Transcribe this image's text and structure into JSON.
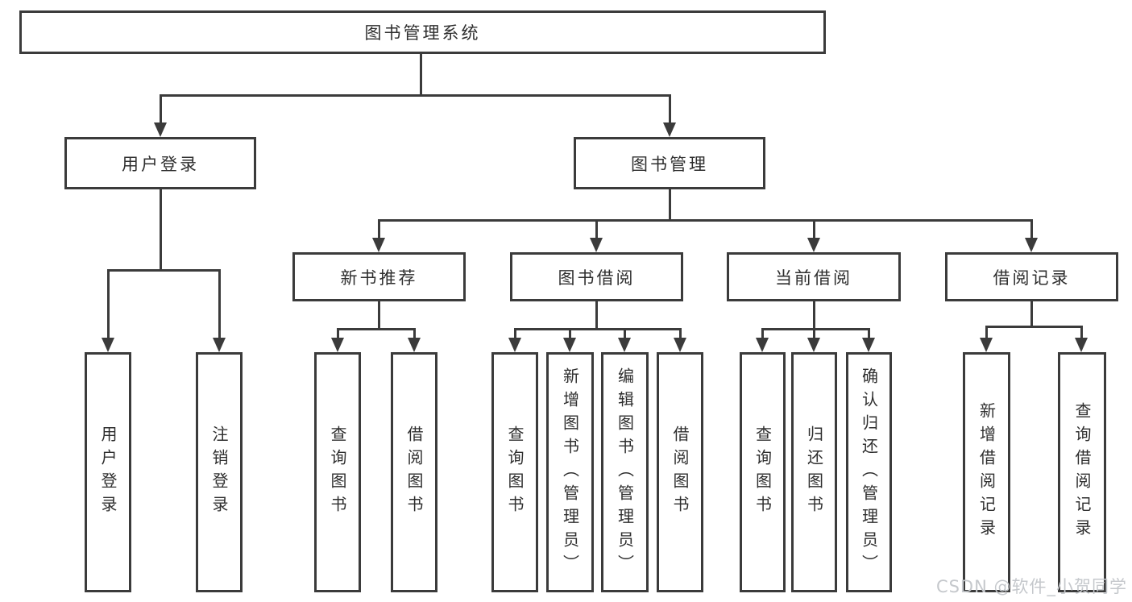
{
  "diagram": {
    "type": "hierarchy-diagram",
    "colors": {
      "line": "#3b3b3b",
      "box_border": "#3b3b3b",
      "box_fill": "#ffffff",
      "text": "#2e2e2e",
      "watermark": "#c5c8cc"
    },
    "nodes": {
      "root": {
        "label": "图书管理系统"
      },
      "userLogin": {
        "label": "用户登录"
      },
      "bookMgmt": {
        "label": "图书管理"
      },
      "newBookRec": {
        "label": "新书推荐"
      },
      "bookBorrow": {
        "label": "图书借阅"
      },
      "currentBorrow": {
        "label": "当前借阅"
      },
      "borrowRecord": {
        "label": "借阅记录"
      },
      "leafUserLogin": {
        "label": "用户登录"
      },
      "leafLogout": {
        "label": "注销登录"
      },
      "leafQueryBookA": {
        "label": "查询图书"
      },
      "leafBorrowBookA": {
        "label": "借阅图书"
      },
      "leafQueryBookB": {
        "label": "查询图书"
      },
      "leafAddBook": {
        "label": "新增图书（管理员）"
      },
      "leafEditBook": {
        "label": "编辑图书（管理员）"
      },
      "leafBorrowBookB": {
        "label": "借阅图书"
      },
      "leafQueryBookC": {
        "label": "查询图书"
      },
      "leafReturnBook": {
        "label": "归还图书"
      },
      "leafConfirmReturn": {
        "label": "确认归还（管理员）"
      },
      "leafAddBorrowRec": {
        "label": "新增借阅记录"
      },
      "leafQueryBorrowRec": {
        "label": "查询借阅记录"
      }
    },
    "edges": [
      {
        "from": "图书管理系统",
        "to": "用户登录"
      },
      {
        "from": "图书管理系统",
        "to": "图书管理"
      },
      {
        "from": "用户登录",
        "to": "用户登录"
      },
      {
        "from": "用户登录",
        "to": "注销登录"
      },
      {
        "from": "图书管理",
        "to": "新书推荐"
      },
      {
        "from": "图书管理",
        "to": "图书借阅"
      },
      {
        "from": "图书管理",
        "to": "当前借阅"
      },
      {
        "from": "图书管理",
        "to": "借阅记录"
      },
      {
        "from": "新书推荐",
        "to": "查询图书"
      },
      {
        "from": "新书推荐",
        "to": "借阅图书"
      },
      {
        "from": "图书借阅",
        "to": "查询图书"
      },
      {
        "from": "图书借阅",
        "to": "新增图书（管理员）"
      },
      {
        "from": "图书借阅",
        "to": "编辑图书（管理员）"
      },
      {
        "from": "图书借阅",
        "to": "借阅图书"
      },
      {
        "from": "当前借阅",
        "to": "查询图书"
      },
      {
        "from": "当前借阅",
        "to": "归还图书"
      },
      {
        "from": "当前借阅",
        "to": "确认归还（管理员）"
      },
      {
        "from": "借阅记录",
        "to": "新增借阅记录"
      },
      {
        "from": "借阅记录",
        "to": "查询借阅记录"
      }
    ],
    "watermark": {
      "text": "CSDN @软件_小贺同学"
    }
  }
}
